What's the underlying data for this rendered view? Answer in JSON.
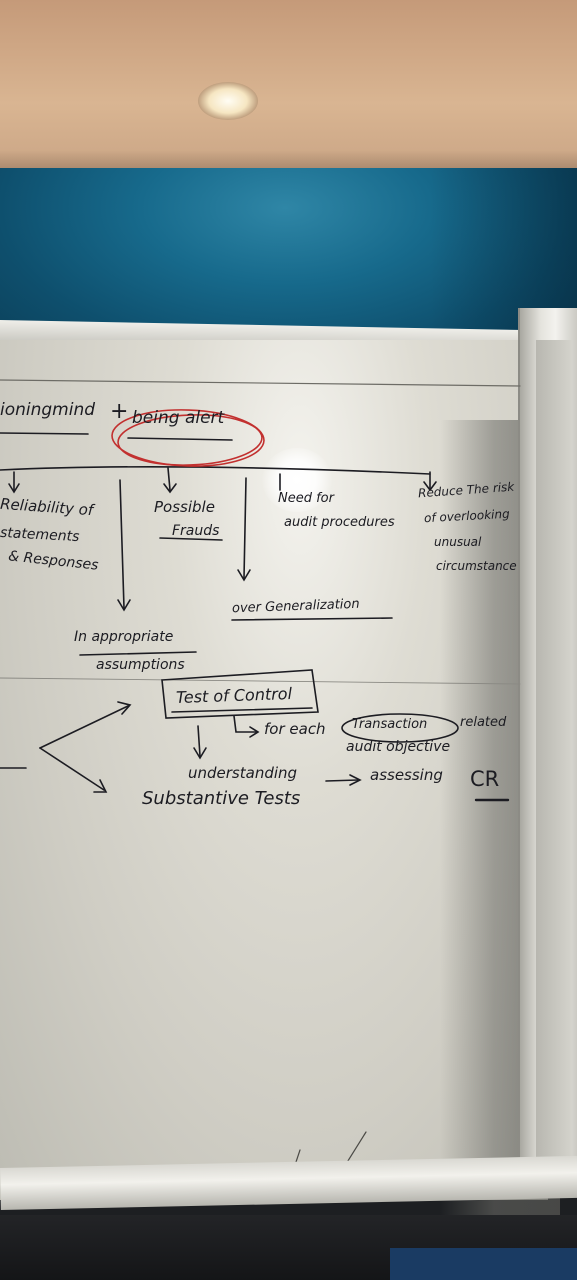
{
  "scene": {
    "description_free": true
  },
  "board": {
    "top_left": "ioningmind",
    "plus": "+",
    "highlighted": "being alert",
    "branches": [
      {
        "lines": [
          "Reliability of",
          "statements",
          "& Responses"
        ]
      },
      {
        "lines": [
          "Possible",
          "Frauds"
        ]
      },
      {
        "lines": [
          "Need for",
          "audit procedures"
        ]
      },
      {
        "lines": [
          "Reduce The risk",
          "of overlooking",
          "unusual",
          "circumstance"
        ]
      }
    ],
    "over_generalization": "over Generalization",
    "inappropriate": [
      "In appropriate",
      "assumptions"
    ],
    "test_of_control": "Test of Control",
    "for_each": "for each",
    "transaction": "Transaction",
    "related": "related",
    "audit_objective": "audit objective",
    "understanding": "understanding",
    "assessing": "assessing",
    "cr": "CR",
    "substantive": "Substantive Tests"
  },
  "colors": {
    "wall": "#176a8c",
    "ceiling": "#d9b592",
    "board": "#dedcd3",
    "ink": "#1c1c22",
    "red_marker": "#c2302f"
  }
}
